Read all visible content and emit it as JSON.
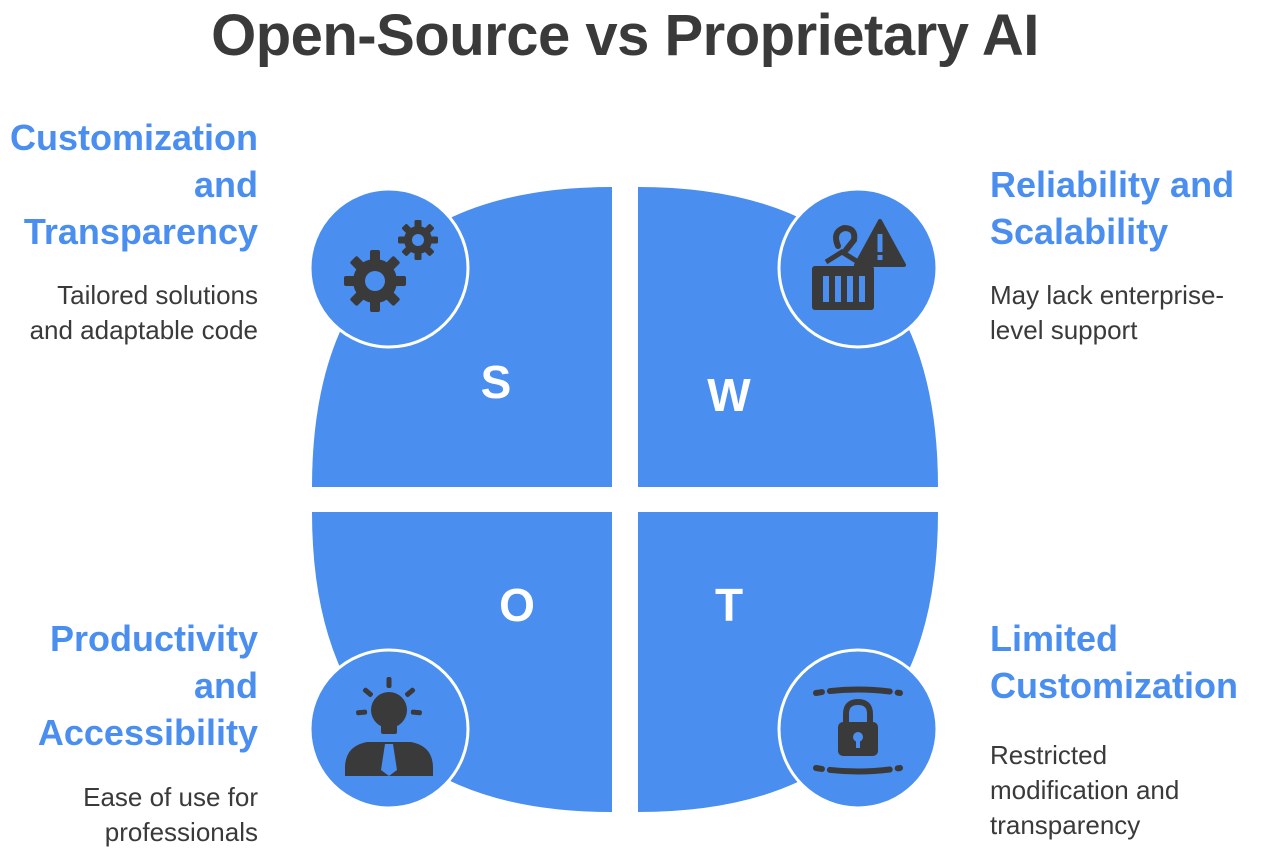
{
  "title": "Open-Source vs Proprietary AI",
  "colors": {
    "quadrant": "#4a8ef0",
    "heading": "#4a8ef0",
    "text": "#3a3a3a",
    "icon": "#3a3a3a"
  },
  "quadrants": [
    {
      "letter": "S",
      "icon": "gears-icon",
      "heading": [
        "Customization",
        "and",
        "Transparency"
      ],
      "description": [
        "Tailored solutions",
        "and adaptable code"
      ]
    },
    {
      "letter": "W",
      "icon": "hook-warning-container-icon",
      "heading": [
        "Reliability and",
        "Scalability"
      ],
      "description": [
        "May lack enterprise-",
        "level support"
      ]
    },
    {
      "letter": "O",
      "icon": "lightbulb-person-icon",
      "heading": [
        "Productivity",
        "and",
        "Accessibility"
      ],
      "description": [
        "Ease of use for",
        "professionals"
      ]
    },
    {
      "letter": "T",
      "icon": "padlock-icon",
      "heading": [
        "Limited",
        "Customization"
      ],
      "description": [
        "Restricted",
        "modification and",
        "transparency"
      ]
    }
  ]
}
